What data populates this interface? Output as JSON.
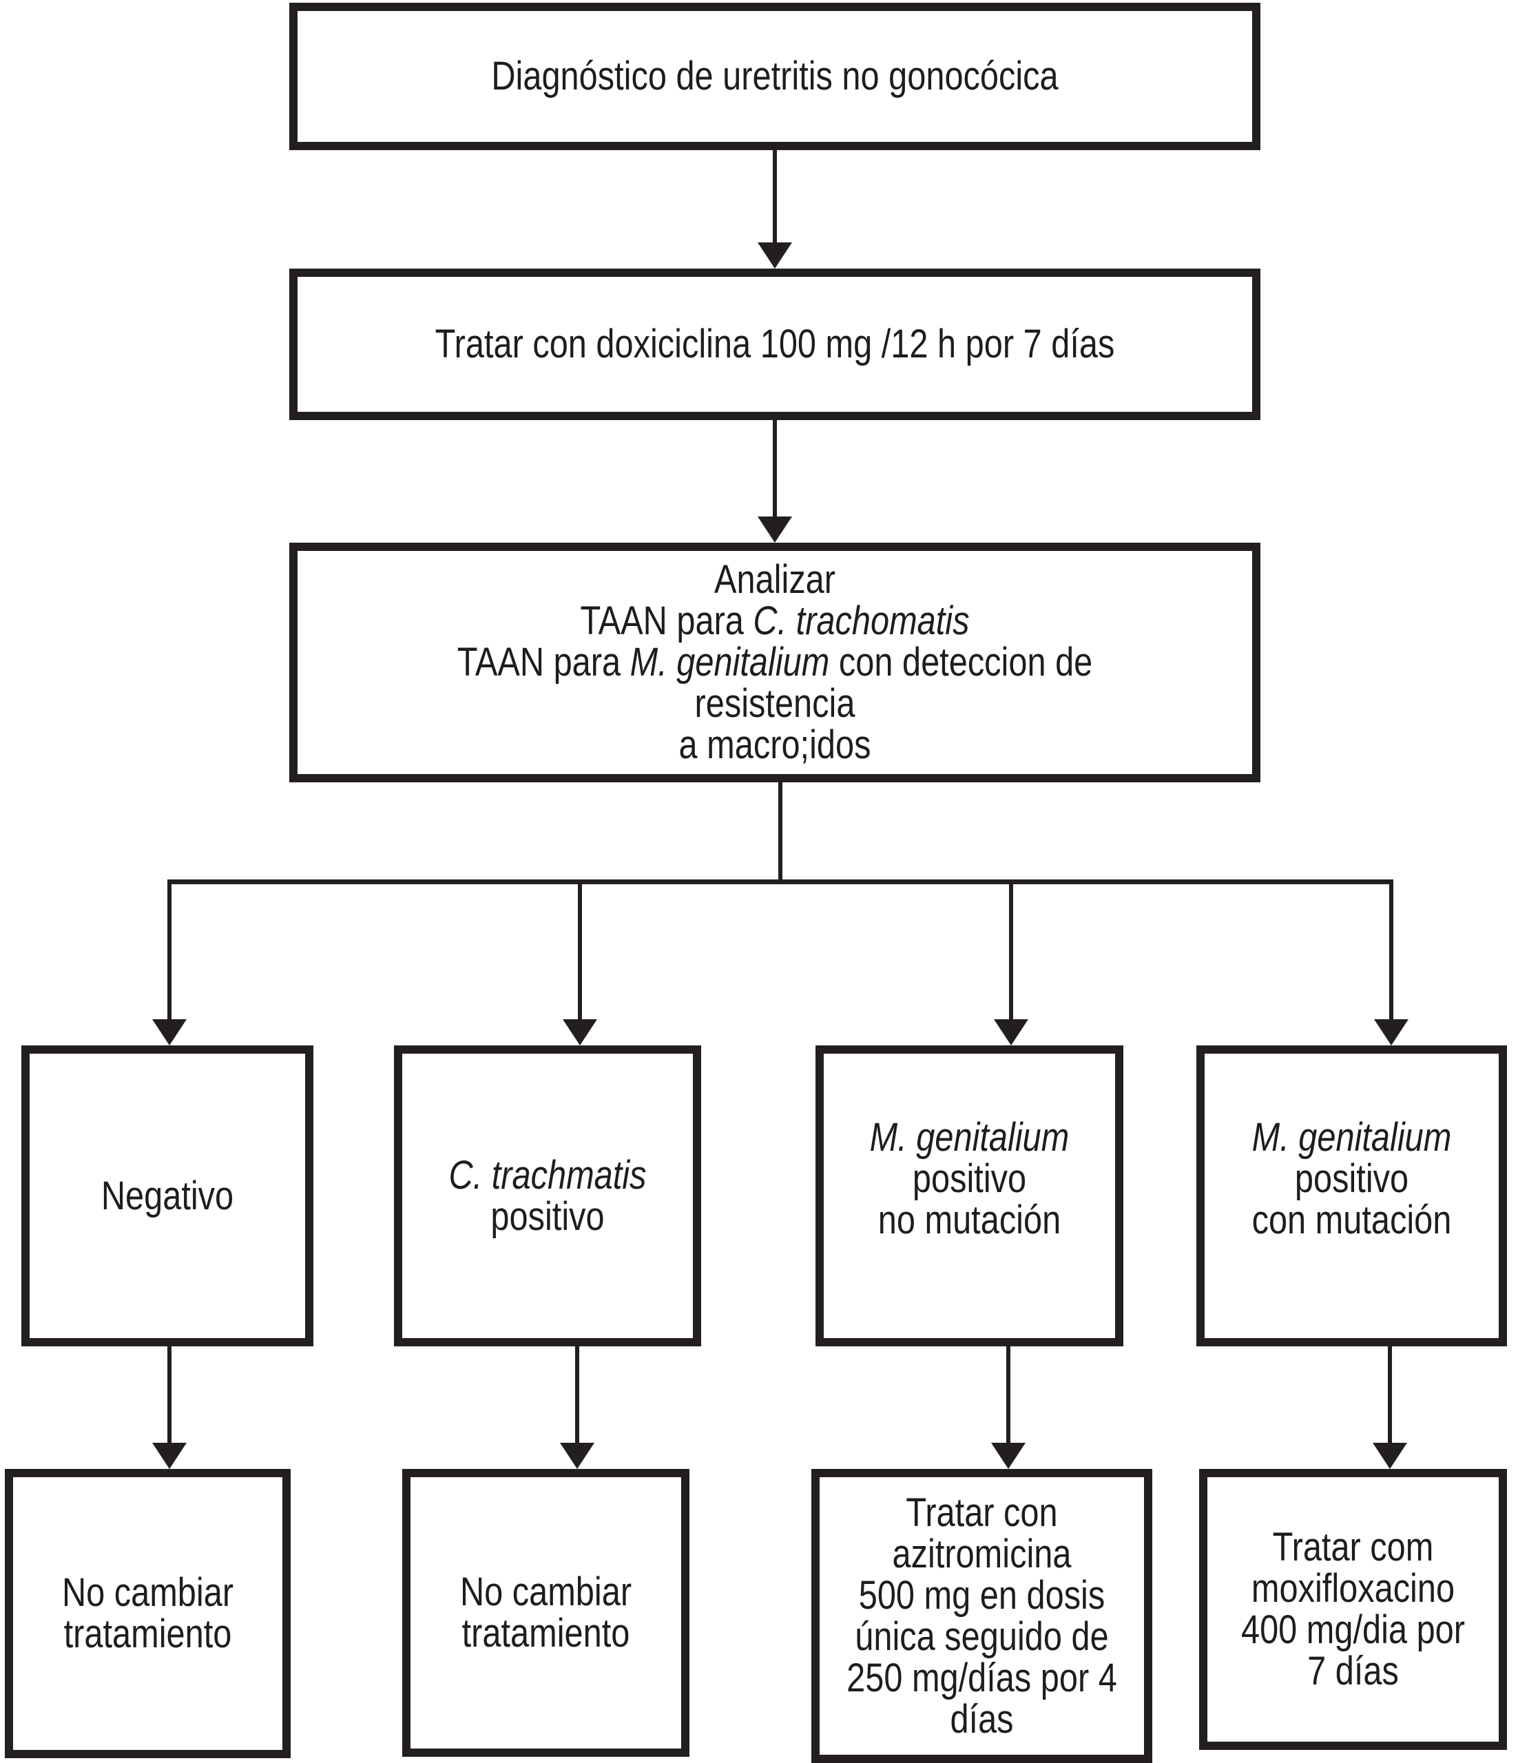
{
  "meta": {
    "figure_type": "flowchart",
    "language": "es"
  },
  "style": {
    "line_color": "#231f20",
    "text_color": "#1f1c1d",
    "background": "#ffffff"
  },
  "nodes": {
    "diagnostico": "Diagnóstico de uretritis no gonocócica",
    "doxiciclina": "Tratar con doxiciclina 100 mg /12 h por 7 días",
    "analizar": {
      "line1": "Analizar",
      "line2_prefix": "TAAN para ",
      "line2_italic": "C. trachomatis",
      "line3_prefix": "TAAN para ",
      "line3_italic": "M. genitalium",
      "line3_suffix": " con deteccion de resistencia",
      "line4": "a macro;idos"
    },
    "negativo": "Negativo",
    "ct_positivo": {
      "italic": "C. trachmatis",
      "rest": "positivo"
    },
    "mg_no_mutacion": {
      "italic": "M. genitalium",
      "rest": "positivo\nno mutación"
    },
    "mg_con_mutacion": {
      "italic": "M. genitalium",
      "rest": "positivo\ncon mutación"
    },
    "no_cambiar_negativo": "No cambiar\ntratamiento",
    "no_cambiar_ct": "No cambiar\ntratamiento",
    "azitromicina": "Tratar con\nazitromicina\n500 mg en dosis\núnica seguido de\n250 mg/días por 4\ndías",
    "moxifloxacino": "Tratar com\nmoxifloxacino\n400 mg/dia por\n7 días"
  }
}
